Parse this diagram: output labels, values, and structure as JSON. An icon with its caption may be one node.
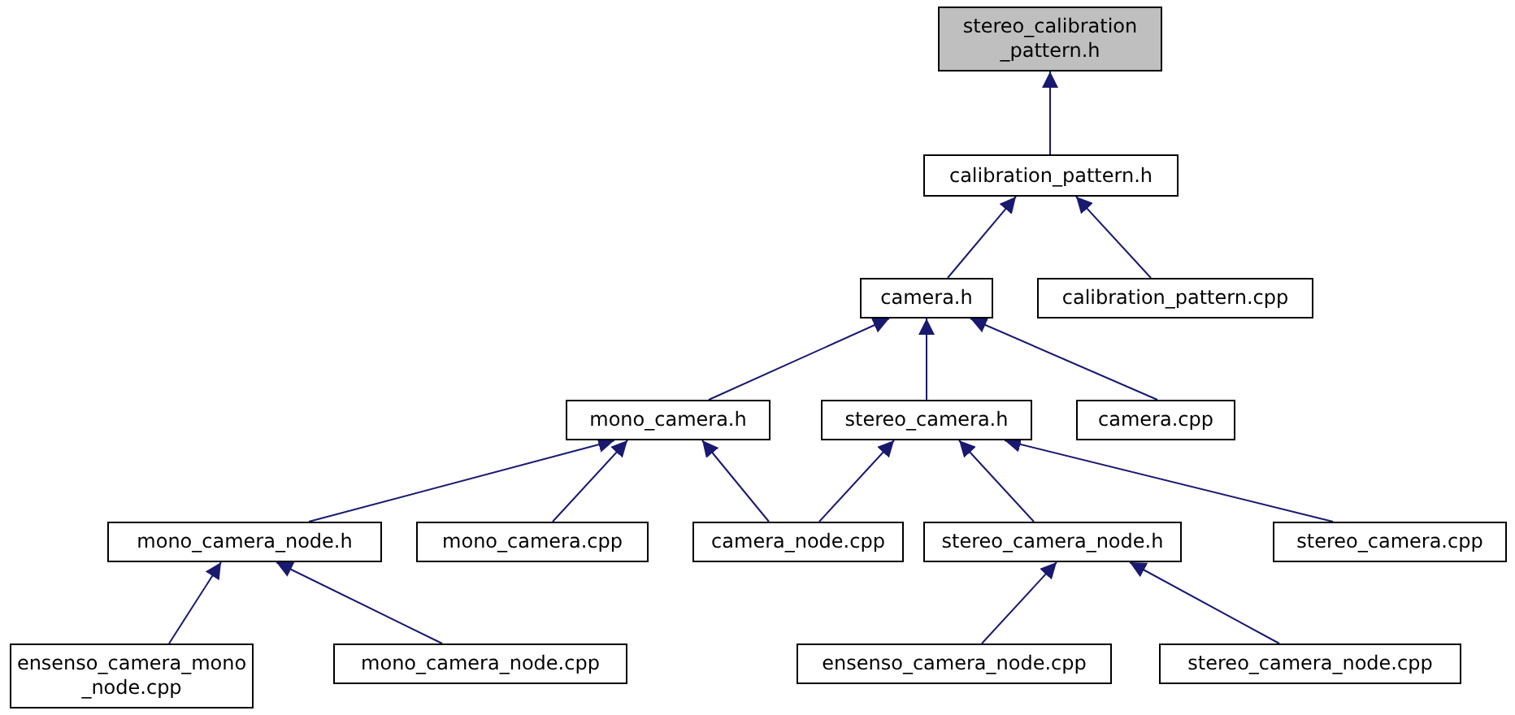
{
  "diagram": {
    "nodes": [
      {
        "text": [
          "stereo_calibration _pattern.h"
        ]
      },
      {
        "text": [
          "calibration_pattern.h"
        ]
      },
      {
        "text": [
          "camera.h"
        ]
      },
      {
        "text": [
          "calibration_pattern.cpp"
        ]
      },
      {
        "text": [
          "mono_camera.h"
        ]
      },
      {
        "text": [
          "stereo_camera.h"
        ]
      },
      {
        "text": [
          "camera.cpp"
        ]
      },
      {
        "text": [
          "mono_camera_node.h"
        ]
      },
      {
        "text": [
          "mono_camera.cpp"
        ]
      },
      {
        "text": [
          "camera_node.cpp"
        ]
      },
      {
        "text": [
          "stereo_camera_node.h"
        ]
      },
      {
        "text": [
          "stereo_camera.cpp"
        ]
      },
      {
        "text": [
          "ensenso_camera_mono _node.cpp"
        ]
      },
      {
        "text": [
          "mono_camera_node.cpp"
        ]
      },
      {
        "text": [
          "ensenso_camera_node.cpp"
        ]
      },
      {
        "text": [
          "stereo_camera_node.cpp"
        ]
      }
    ],
    "edges": [
      {
        "from": 1,
        "to": 0,
        "arrow": "to"
      },
      {
        "from": 2,
        "to": 1,
        "arrow": "to"
      },
      {
        "from": 3,
        "to": 1,
        "arrow": "to"
      },
      {
        "from": 4,
        "to": 2,
        "arrow": "to"
      },
      {
        "from": 5,
        "to": 2,
        "arrow": "to"
      },
      {
        "from": 6,
        "to": 2,
        "arrow": "to"
      },
      {
        "from": 7,
        "to": 4,
        "arrow": "to"
      },
      {
        "from": 8,
        "to": 4,
        "arrow": "to"
      },
      {
        "from": 9,
        "to": 4,
        "arrow": "to"
      },
      {
        "from": 9,
        "to": 5,
        "arrow": "to"
      },
      {
        "from": 10,
        "to": 5,
        "arrow": "to"
      },
      {
        "from": 11,
        "to": 5,
        "arrow": "to"
      },
      {
        "from": 12,
        "to": 7,
        "arrow": "to"
      },
      {
        "from": 13,
        "to": 7,
        "arrow": "to"
      },
      {
        "from": 14,
        "to": 10,
        "arrow": "to"
      },
      {
        "from": 15,
        "to": 10,
        "arrow": "to"
      }
    ]
  }
}
